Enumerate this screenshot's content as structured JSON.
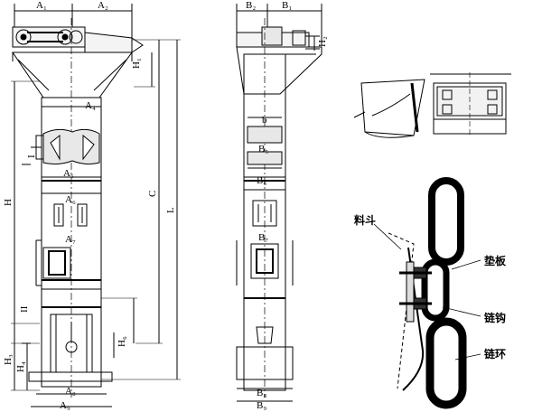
{
  "front_view": {
    "dim_top_left": "A₁",
    "dim_top_right": "A₂",
    "h1": "H₁",
    "a4": "A₄",
    "a5": "A₅",
    "a6": "A₆",
    "a7": "A₇",
    "a8": "A₈",
    "a9": "A₉",
    "h": "H",
    "c": "C",
    "l": "L",
    "ii": "II",
    "h3": "H₃",
    "h4": "H₄",
    "h6": "H₆",
    "i_mark": "I"
  },
  "side_view": {
    "b2": "B₂",
    "b1": "B₁",
    "h2": "H₂",
    "b": "b",
    "b5": "B₅",
    "b6": "B₆",
    "b7": "B₇",
    "b8": "B₈",
    "b9": "B₉"
  },
  "chain_detail": {
    "bucket": "料斗",
    "pad": "垫板",
    "hook": "链钩",
    "ring": "链环"
  }
}
